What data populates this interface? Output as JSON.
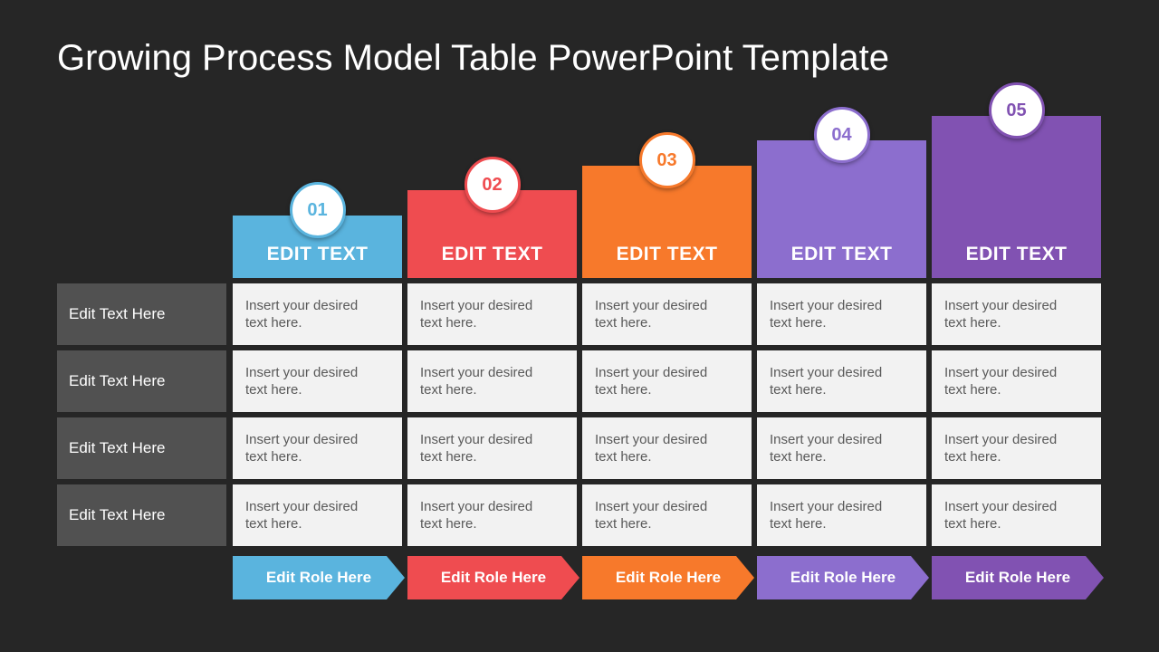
{
  "title": "Growing Process Model Table PowerPoint Template",
  "colors": {
    "background": "#262626",
    "row_label_bg": "#515151",
    "cell_bg": "#F2F2F2",
    "cell_text": "#595959",
    "title": "#FFFFFF"
  },
  "cell_placeholder": "Insert your desired text here.",
  "row_labels": [
    "Edit Text Here",
    "Edit Text Here",
    "Edit Text Here",
    "Edit Text Here"
  ],
  "columns": [
    {
      "number": "01",
      "header_label": "EDIT TEXT",
      "role_label": "Edit Role Here",
      "color": "#5AB4DE"
    },
    {
      "number": "02",
      "header_label": "EDIT TEXT",
      "role_label": "Edit Role Here",
      "color": "#EF4C50"
    },
    {
      "number": "03",
      "header_label": "EDIT TEXT",
      "role_label": "Edit Role Here",
      "color": "#F7792B"
    },
    {
      "number": "04",
      "header_label": "EDIT TEXT",
      "role_label": "Edit Role Here",
      "color": "#8C6ECE"
    },
    {
      "number": "05",
      "header_label": "EDIT TEXT",
      "role_label": "Edit Role Here",
      "color": "#8152B2"
    }
  ]
}
